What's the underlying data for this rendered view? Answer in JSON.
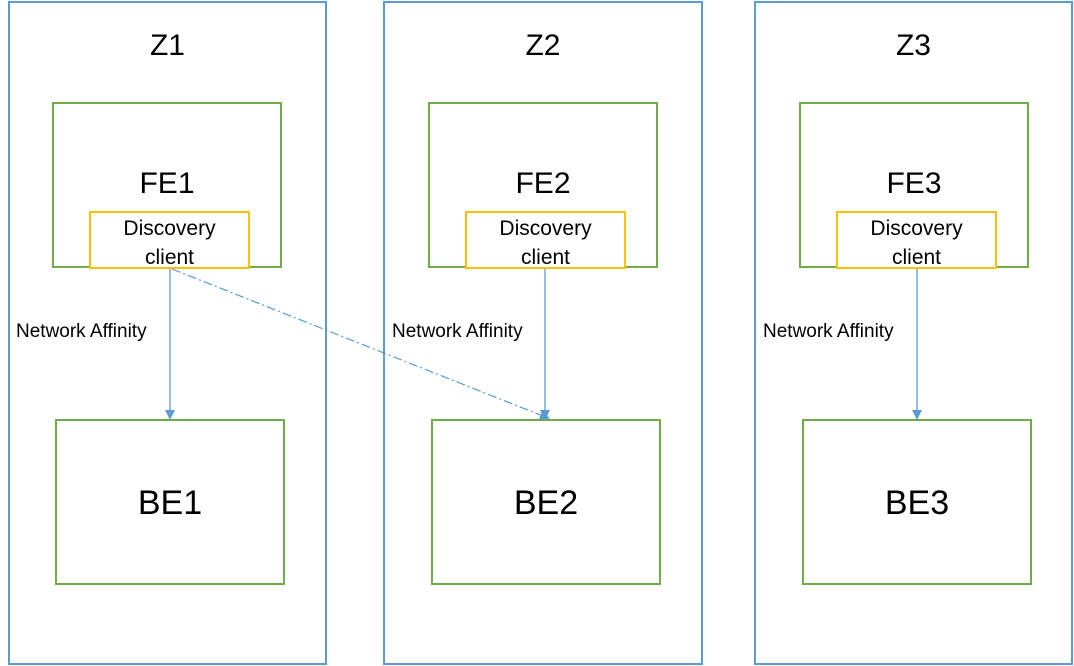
{
  "zones": [
    {
      "title": "Z1",
      "fe": "FE1",
      "client_line1": "Discovery",
      "client_line2": "client",
      "affinity": "Network Affinity",
      "be": "BE1"
    },
    {
      "title": "Z2",
      "fe": "FE2",
      "client_line1": "Discovery",
      "client_line2": "client",
      "affinity": "Network Affinity",
      "be": "BE2"
    },
    {
      "title": "Z3",
      "fe": "FE3",
      "client_line1": "Discovery",
      "client_line2": "client",
      "affinity": "Network Affinity",
      "be": "BE3"
    }
  ],
  "colors": {
    "zone_border": "#5b9bd5",
    "box_border": "#70ad47",
    "client_border": "#ffc000",
    "arrow": "#5b9bd5"
  }
}
